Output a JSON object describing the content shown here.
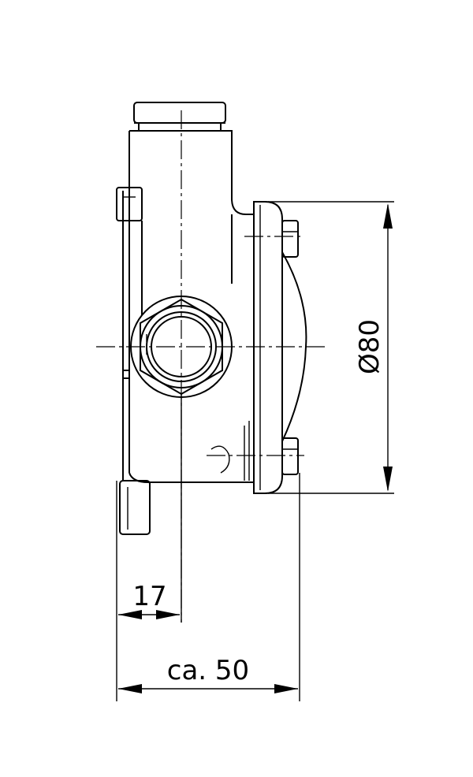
{
  "drawing": {
    "dimensions": {
      "diameter": "Ø80",
      "offset": "17",
      "depth": "ca. 50"
    }
  }
}
